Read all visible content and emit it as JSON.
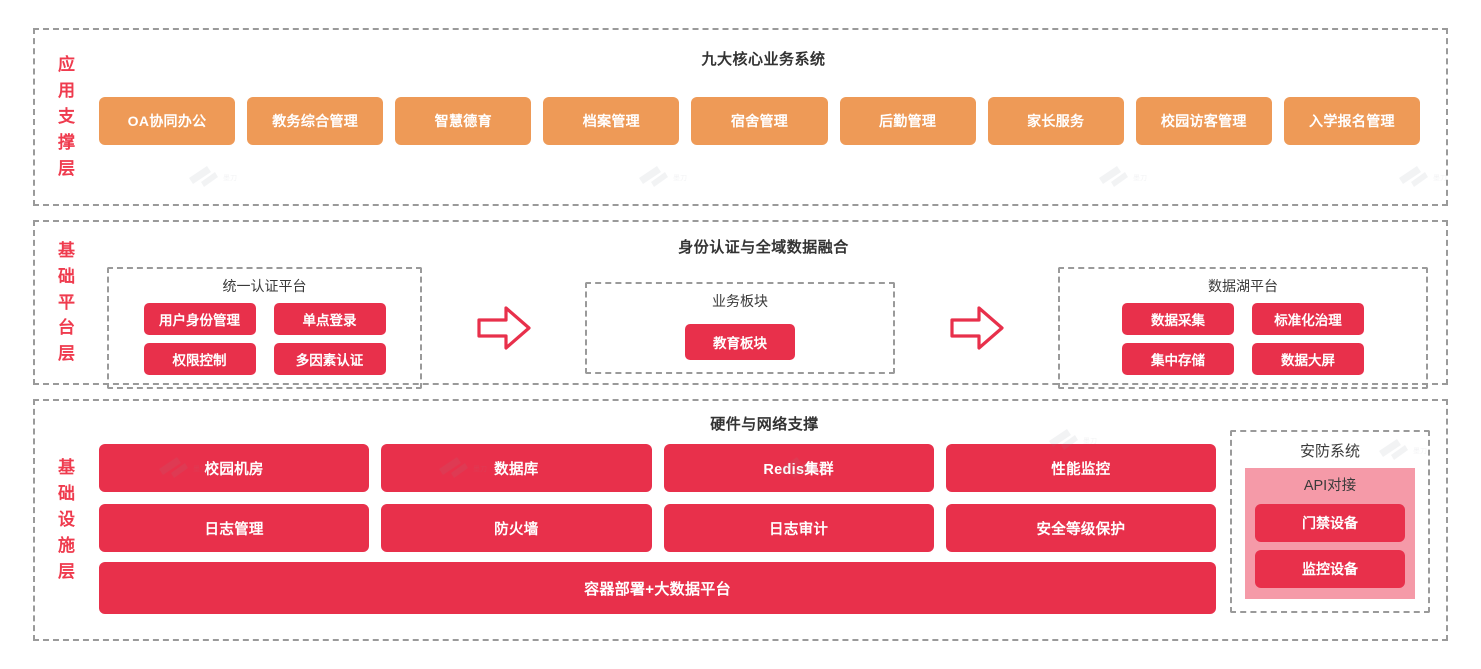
{
  "layers": [
    {
      "label_chars": [
        "应",
        "用",
        "支",
        "撑",
        "层"
      ],
      "title": "九大核心业务系统",
      "items": [
        "OA协同办公",
        "教务综合管理",
        "智慧德育",
        "档案管理",
        "宿舍管理",
        "后勤管理",
        "家长服务",
        "校园访客管理",
        "入学报名管理"
      ]
    },
    {
      "label_chars": [
        "基",
        "础",
        "平",
        "台",
        "层"
      ],
      "title": "身份认证与全域数据融合",
      "panels": [
        {
          "title": "统一认证平台",
          "items": [
            "用户身份管理",
            "单点登录",
            "权限控制",
            "多因素认证"
          ]
        },
        {
          "title": "业务板块",
          "items": [
            "教育板块"
          ]
        },
        {
          "title": "数据湖平台",
          "items": [
            "数据采集",
            "标准化治理",
            "集中存储",
            "数据大屏"
          ]
        }
      ],
      "arrows": [
        "arrow-right-icon",
        "arrow-right-icon"
      ]
    },
    {
      "label_chars": [
        "基",
        "础",
        "设",
        "施",
        "层"
      ],
      "title": "硬件与网络支撑",
      "grid_items": [
        "校园机房",
        "数据库",
        "Redis集群",
        "性能监控",
        "日志管理",
        "防火墙",
        "日志审计",
        "安全等级保护"
      ],
      "wide_item": "容器部署+大数据平台",
      "security": {
        "title": "安防系统",
        "api_title": "API对接",
        "items": [
          "门禁设备",
          "监控设备"
        ]
      }
    }
  ],
  "colors": {
    "orange": "#EE9A57",
    "red": "#E8304B",
    "pink": "#F59AA8",
    "label_red": "#EF3B4E",
    "border_gray": "#9A9A9A",
    "title_dark": "#333333"
  }
}
